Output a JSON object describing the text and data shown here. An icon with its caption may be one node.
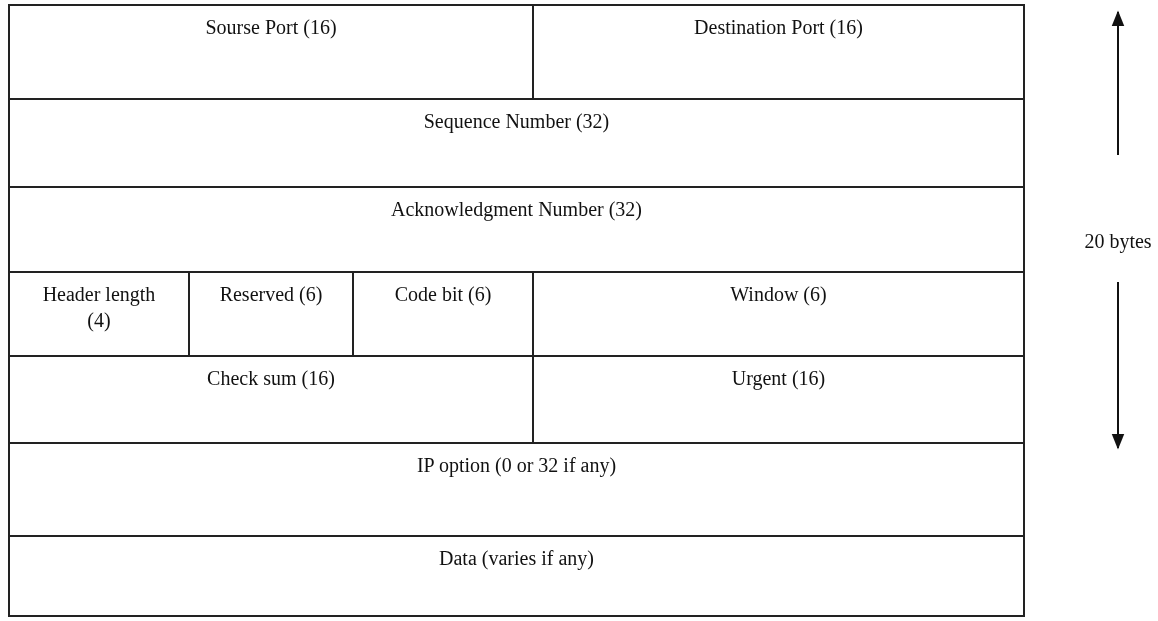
{
  "diagram": {
    "nodes": [
      {
        "text": [
          "Sourse Port (16)"
        ]
      },
      {
        "text": [
          "Destination Port (16)"
        ]
      },
      {
        "text": [
          "Sequence Number (32)"
        ]
      },
      {
        "text": [
          "Acknowledgment Number (32)"
        ]
      },
      {
        "text": [
          "Header length (4)"
        ]
      },
      {
        "text": [
          "Reserved (6)"
        ]
      },
      {
        "text": [
          "Code bit (6)"
        ]
      },
      {
        "text": [
          "Window (6)"
        ]
      },
      {
        "text": [
          "Check sum (16)"
        ]
      },
      {
        "text": [
          "Urgent (16)"
        ]
      },
      {
        "text": [
          "IP option (0 or 32 if any)"
        ]
      },
      {
        "text": [
          "Data (varies if any)"
        ]
      }
    ],
    "edges": [],
    "labels": [
      "20 bytes"
    ]
  }
}
